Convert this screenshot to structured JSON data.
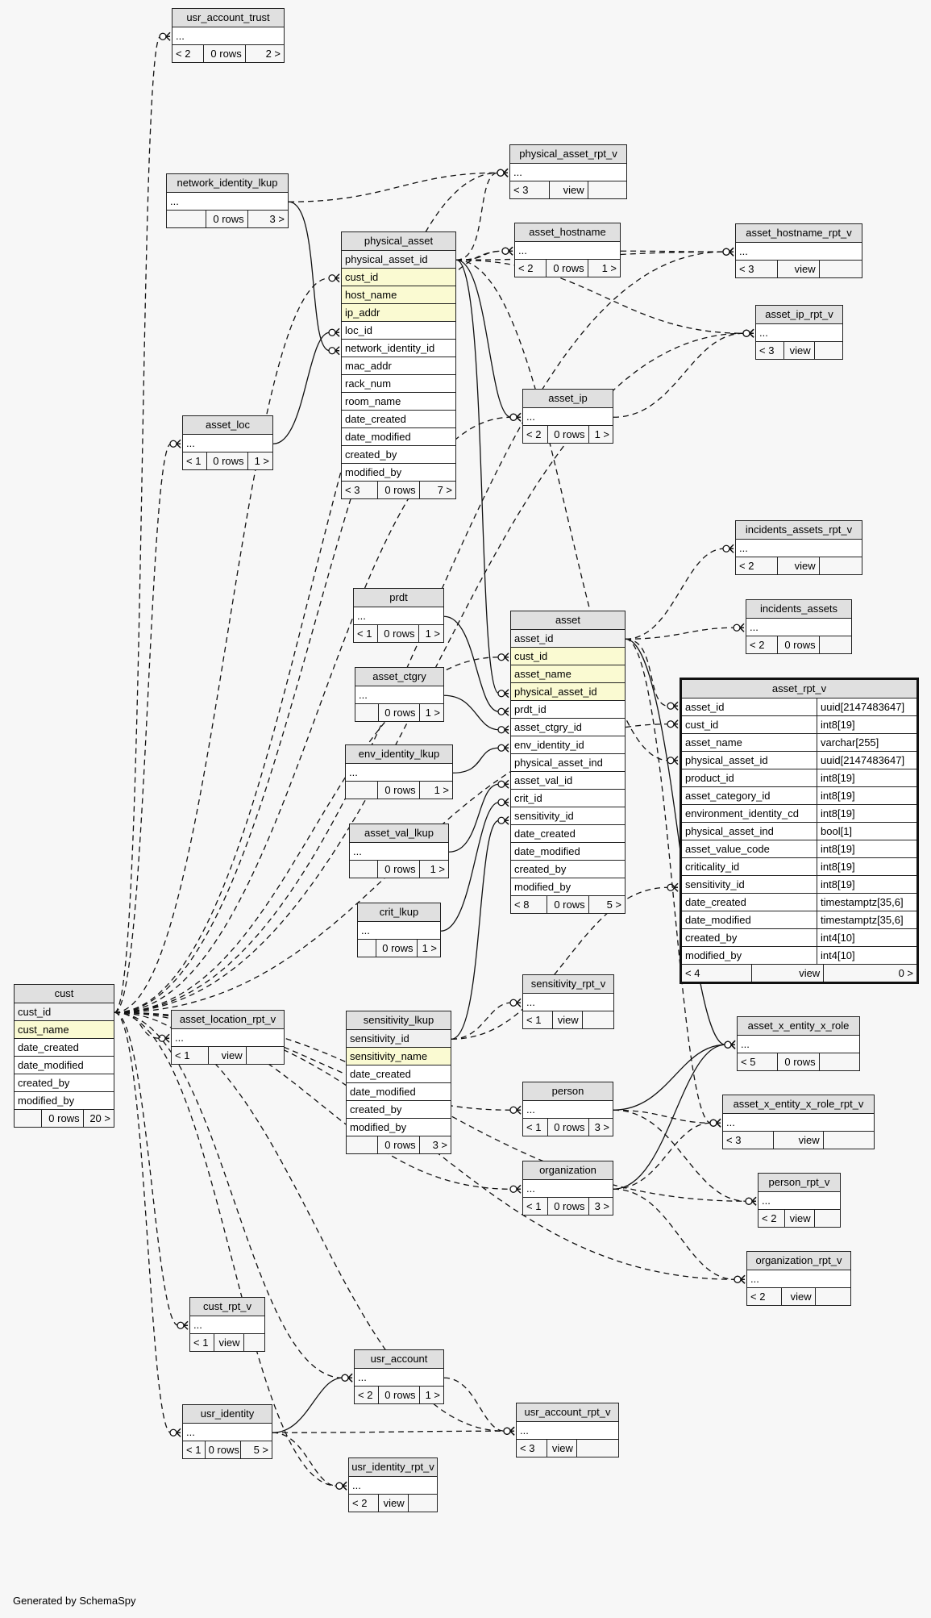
{
  "footer": "Generated by SchemaSpy",
  "tables": {
    "usr_account_trust": {
      "name": "usr_account_trust",
      "rows": [
        "..."
      ],
      "footer": [
        "< 2",
        "0 rows",
        "2 >"
      ]
    },
    "network_identity_lkup": {
      "name": "network_identity_lkup",
      "rows": [
        "..."
      ],
      "footer": [
        "",
        "0 rows",
        "3 >"
      ]
    },
    "physical_asset_rpt_v": {
      "name": "physical_asset_rpt_v",
      "rows": [
        "..."
      ],
      "footer": [
        "< 3",
        "view",
        ""
      ]
    },
    "physical_asset": {
      "name": "physical_asset",
      "rows": [
        "physical_asset_id",
        "cust_id",
        "host_name",
        "ip_addr",
        "loc_id",
        "network_identity_id",
        "mac_addr",
        "rack_num",
        "room_name",
        "date_created",
        "date_modified",
        "created_by",
        "modified_by"
      ],
      "footer": [
        "< 3",
        "0 rows",
        "7 >"
      ]
    },
    "asset_hostname": {
      "name": "asset_hostname",
      "rows": [
        "..."
      ],
      "footer": [
        "< 2",
        "0 rows",
        "1 >"
      ]
    },
    "asset_hostname_rpt_v": {
      "name": "asset_hostname_rpt_v",
      "rows": [
        "..."
      ],
      "footer": [
        "< 3",
        "view",
        ""
      ]
    },
    "asset_ip_rpt_v": {
      "name": "asset_ip_rpt_v",
      "rows": [
        "..."
      ],
      "footer": [
        "< 3",
        "view",
        ""
      ]
    },
    "asset_loc": {
      "name": "asset_loc",
      "rows": [
        "..."
      ],
      "footer": [
        "< 1",
        "0 rows",
        "1 >"
      ]
    },
    "asset_ip": {
      "name": "asset_ip",
      "rows": [
        "..."
      ],
      "footer": [
        "< 2",
        "0 rows",
        "1 >"
      ]
    },
    "incidents_assets_rpt_v": {
      "name": "incidents_assets_rpt_v",
      "rows": [
        "..."
      ],
      "footer": [
        "< 2",
        "view",
        ""
      ]
    },
    "incidents_assets": {
      "name": "incidents_assets",
      "rows": [
        "..."
      ],
      "footer": [
        "< 2",
        "0 rows",
        ""
      ]
    },
    "prdt": {
      "name": "prdt",
      "rows": [
        "..."
      ],
      "footer": [
        "< 1",
        "0 rows",
        "1 >"
      ]
    },
    "asset": {
      "name": "asset",
      "rows": [
        "asset_id",
        "cust_id",
        "asset_name",
        "physical_asset_id",
        "prdt_id",
        "asset_ctgry_id",
        "env_identity_id",
        "physical_asset_ind",
        "asset_val_id",
        "crit_id",
        "sensitivity_id",
        "date_created",
        "date_modified",
        "created_by",
        "modified_by"
      ],
      "footer": [
        "< 8",
        "0 rows",
        "5 >"
      ]
    },
    "asset_ctgry": {
      "name": "asset_ctgry",
      "rows": [
        "..."
      ],
      "footer": [
        "",
        "0 rows",
        "1 >"
      ]
    },
    "env_identity_lkup": {
      "name": "env_identity_lkup",
      "rows": [
        "..."
      ],
      "footer": [
        "",
        "0 rows",
        "1 >"
      ]
    },
    "asset_val_lkup": {
      "name": "asset_val_lkup",
      "rows": [
        "..."
      ],
      "footer": [
        "",
        "0 rows",
        "1 >"
      ]
    },
    "crit_lkup": {
      "name": "crit_lkup",
      "rows": [
        "..."
      ],
      "footer": [
        "",
        "0 rows",
        "1 >"
      ]
    },
    "asset_rpt_v": {
      "name": "asset_rpt_v",
      "columns": [
        {
          "name": "asset_id",
          "type": "uuid[2147483647]"
        },
        {
          "name": "cust_id",
          "type": "int8[19]"
        },
        {
          "name": "asset_name",
          "type": "varchar[255]"
        },
        {
          "name": "physical_asset_id",
          "type": "uuid[2147483647]"
        },
        {
          "name": "product_id",
          "type": "int8[19]"
        },
        {
          "name": "asset_category_id",
          "type": "int8[19]"
        },
        {
          "name": "environment_identity_cd",
          "type": "int8[19]"
        },
        {
          "name": "physical_asset_ind",
          "type": "bool[1]"
        },
        {
          "name": "asset_value_code",
          "type": "int8[19]"
        },
        {
          "name": "criticality_id",
          "type": "int8[19]"
        },
        {
          "name": "sensitivity_id",
          "type": "int8[19]"
        },
        {
          "name": "date_created",
          "type": "timestamptz[35,6]"
        },
        {
          "name": "date_modified",
          "type": "timestamptz[35,6]"
        },
        {
          "name": "created_by",
          "type": "int4[10]"
        },
        {
          "name": "modified_by",
          "type": "int4[10]"
        }
      ],
      "footer": [
        "< 4",
        "view",
        "0 >"
      ]
    },
    "cust": {
      "name": "cust",
      "rows": [
        "cust_id",
        "cust_name",
        "date_created",
        "date_modified",
        "created_by",
        "modified_by"
      ],
      "footer": [
        "",
        "0 rows",
        "20 >"
      ]
    },
    "asset_location_rpt_v": {
      "name": "asset_location_rpt_v",
      "rows": [
        "..."
      ],
      "footer": [
        "< 1",
        "view",
        ""
      ]
    },
    "sensitivity_rpt_v": {
      "name": "sensitivity_rpt_v",
      "rows": [
        "..."
      ],
      "footer": [
        "< 1",
        "view",
        ""
      ]
    },
    "sensitivity_lkup": {
      "name": "sensitivity_lkup",
      "rows": [
        "sensitivity_id",
        "sensitivity_name",
        "date_created",
        "date_modified",
        "created_by",
        "modified_by"
      ],
      "footer": [
        "",
        "0 rows",
        "3 >"
      ]
    },
    "asset_x_entity_x_role": {
      "name": "asset_x_entity_x_role",
      "rows": [
        "..."
      ],
      "footer": [
        "< 5",
        "0 rows",
        ""
      ]
    },
    "person": {
      "name": "person",
      "rows": [
        "..."
      ],
      "footer": [
        "< 1",
        "0 rows",
        "3 >"
      ]
    },
    "asset_x_entity_x_role_rpt_v": {
      "name": "asset_x_entity_x_role_rpt_v",
      "rows": [
        "..."
      ],
      "footer": [
        "< 3",
        "view",
        ""
      ]
    },
    "organization": {
      "name": "organization",
      "rows": [
        "..."
      ],
      "footer": [
        "< 1",
        "0 rows",
        "3 >"
      ]
    },
    "person_rpt_v": {
      "name": "person_rpt_v",
      "rows": [
        "..."
      ],
      "footer": [
        "< 2",
        "view",
        ""
      ]
    },
    "organization_rpt_v": {
      "name": "organization_rpt_v",
      "rows": [
        "..."
      ],
      "footer": [
        "< 2",
        "view",
        ""
      ]
    },
    "cust_rpt_v": {
      "name": "cust_rpt_v",
      "rows": [
        "..."
      ],
      "footer": [
        "< 1",
        "view",
        ""
      ]
    },
    "usr_account": {
      "name": "usr_account",
      "rows": [
        "..."
      ],
      "footer": [
        "< 2",
        "0 rows",
        "1 >"
      ]
    },
    "usr_identity": {
      "name": "usr_identity",
      "rows": [
        "..."
      ],
      "footer": [
        "< 1",
        "0 rows",
        "5 >"
      ]
    },
    "usr_account_rpt_v": {
      "name": "usr_account_rpt_v",
      "rows": [
        "..."
      ],
      "footer": [
        "< 3",
        "view",
        ""
      ]
    },
    "usr_identity_rpt_v": {
      "name": "usr_identity_rpt_v",
      "rows": [
        "..."
      ],
      "footer": [
        "< 2",
        "view",
        ""
      ]
    }
  },
  "row_styles": {
    "physical_asset": [
      "pk",
      "idx",
      "idx",
      "idx",
      "",
      "",
      "",
      "",
      "",
      "",
      "",
      "",
      ""
    ],
    "asset": [
      "pk",
      "idx",
      "idx",
      "idx",
      "",
      "",
      "",
      "",
      "",
      "",
      "",
      "",
      "",
      "",
      ""
    ],
    "cust": [
      "pk",
      "idx",
      "",
      "",
      "",
      ""
    ],
    "sensitivity_lkup": [
      "pk",
      "idx",
      "",
      "",
      "",
      ""
    ]
  }
}
